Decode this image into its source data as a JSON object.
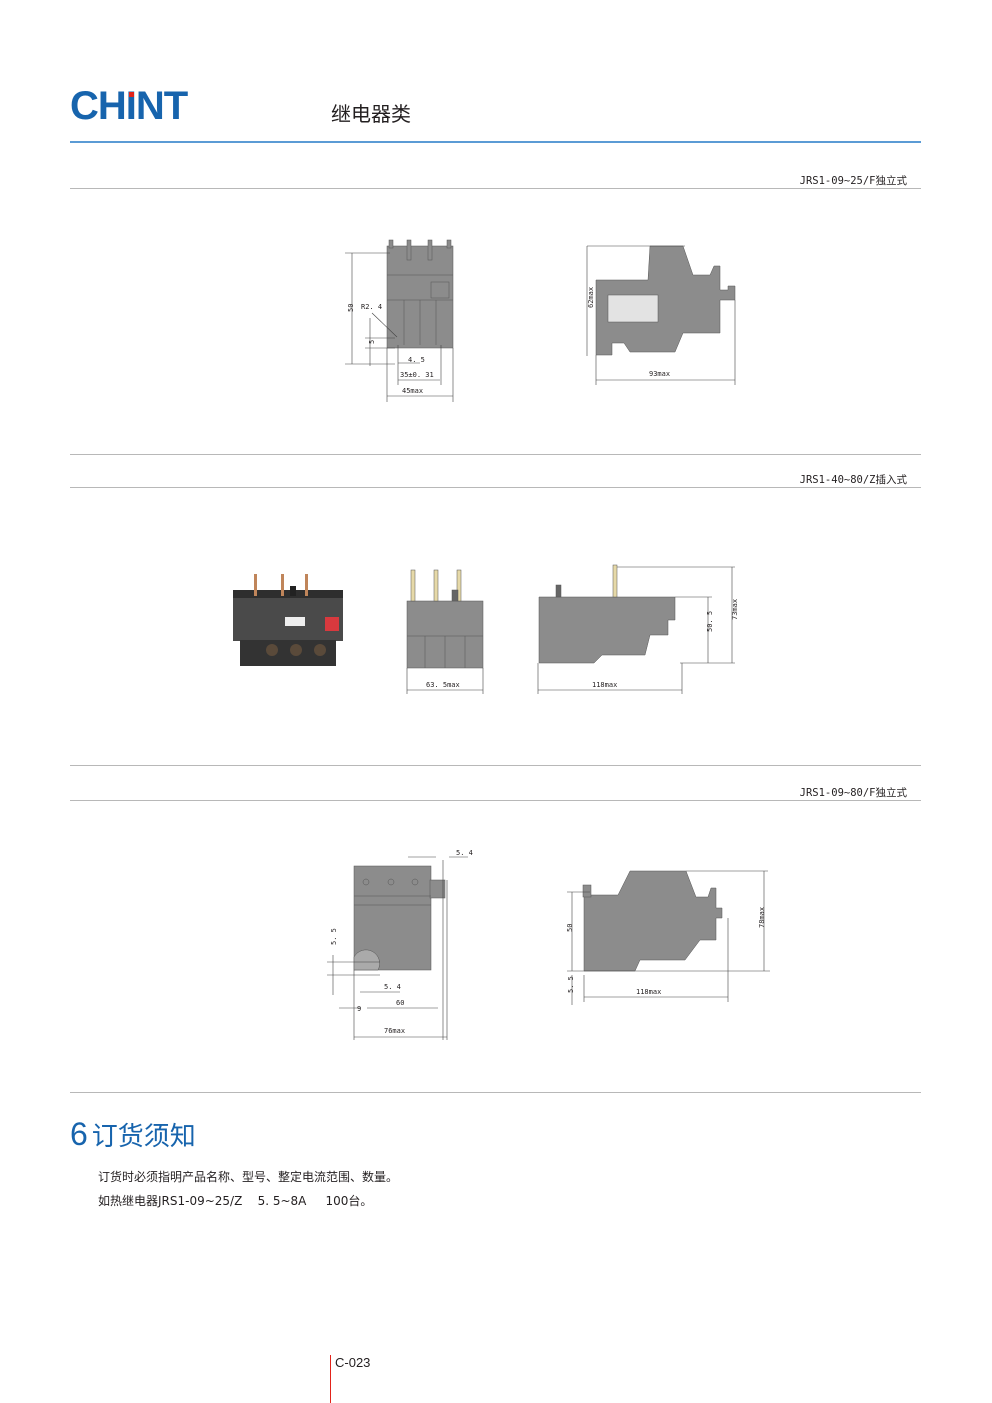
{
  "header": {
    "logo": "CHINT",
    "logo_parts": [
      "CH",
      "I",
      "NT"
    ],
    "category": "继电器类"
  },
  "sections": [
    {
      "label": "JRS1-09~25/F独立式",
      "dims": {
        "height": "50",
        "radius": "R2. 4",
        "gap": "5",
        "offset": "4. 5",
        "pitch": "35±0. 31",
        "width": "45max",
        "side_height": "62max",
        "side_width": "93max"
      }
    },
    {
      "label": "JRS1-40~80/Z插入式",
      "dims": {
        "width": "63. 5max",
        "side_width": "118max",
        "height": "50. 5",
        "total_height": "73max"
      }
    },
    {
      "label": "JRS1-09~80/F独立式",
      "dims": {
        "top_offset": "5. 4",
        "left_offset": "5. 5",
        "hole_offset": "5. 4",
        "edge": "9",
        "pitch": "60",
        "width": "76max",
        "side_height": "50",
        "side_bottom": "5. 5",
        "side_width": "118max",
        "side_total": "78max"
      }
    }
  ],
  "ordering": {
    "number": "6",
    "title": "订货须知",
    "lines": [
      "订货时必须指明产品名称、型号、整定电流范围、数量。",
      "如热继电器JRS1-09~25/Z    5. 5~8A     100台。"
    ]
  },
  "footer": {
    "page": "C-023"
  },
  "colors": {
    "brand": "#1764ad",
    "accent_red": "#e2231a",
    "rule_blue": "#5b9bd5",
    "part_gray": "#8c8c8c"
  }
}
